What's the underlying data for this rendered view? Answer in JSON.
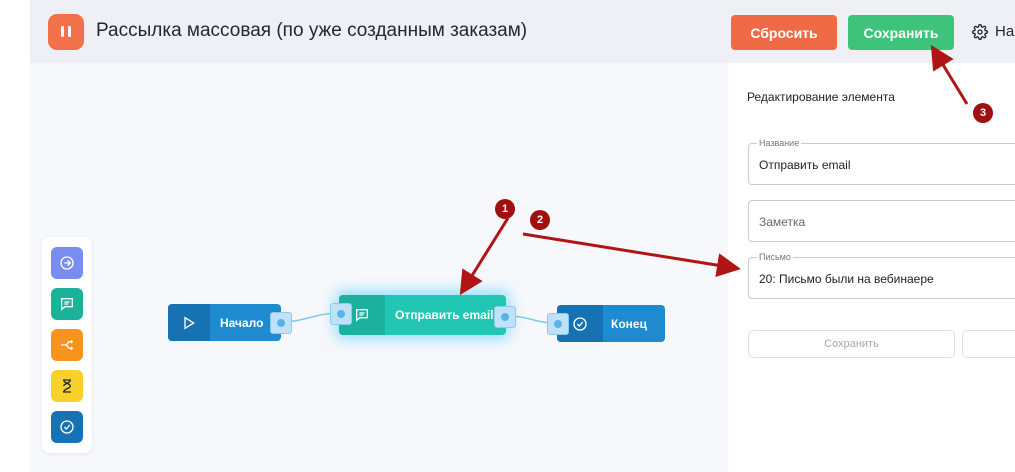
{
  "header": {
    "title": "Рассылка массовая (по уже созданным заказам)",
    "reset_label": "Сбросить",
    "save_label": "Сохранить",
    "settings_label": "На"
  },
  "toolbox": {
    "tools": [
      {
        "icon": "arrow-circle-icon",
        "color": "#7b8cf0"
      },
      {
        "icon": "message-icon",
        "color": "#1ab39a"
      },
      {
        "icon": "split-arrows-icon",
        "color": "#f7941d"
      },
      {
        "icon": "hourglass-icon",
        "color": "#f9d12a"
      },
      {
        "icon": "check-circle-icon",
        "color": "#1672b2"
      }
    ]
  },
  "flow": {
    "nodes": [
      {
        "label": "Начало",
        "icon": "play-icon",
        "color": "#1e8bd0"
      },
      {
        "label": "Отправить email",
        "icon": "message-icon",
        "color": "#21c7b2"
      },
      {
        "label": "Конец",
        "icon": "check-circle-icon",
        "color": "#1e8bd0"
      }
    ]
  },
  "panel": {
    "title": "Редактирование элемента",
    "name_field": {
      "legend": "Название",
      "value": "Отправить email"
    },
    "note_field": {
      "placeholder": "Заметка"
    },
    "letter_field": {
      "legend": "Письмо",
      "value": "20: Письмо были на вебинаере"
    },
    "save_label": "Сохранить"
  },
  "annotations": {
    "badges": [
      "1",
      "2",
      "3"
    ],
    "color": "#a01010"
  }
}
